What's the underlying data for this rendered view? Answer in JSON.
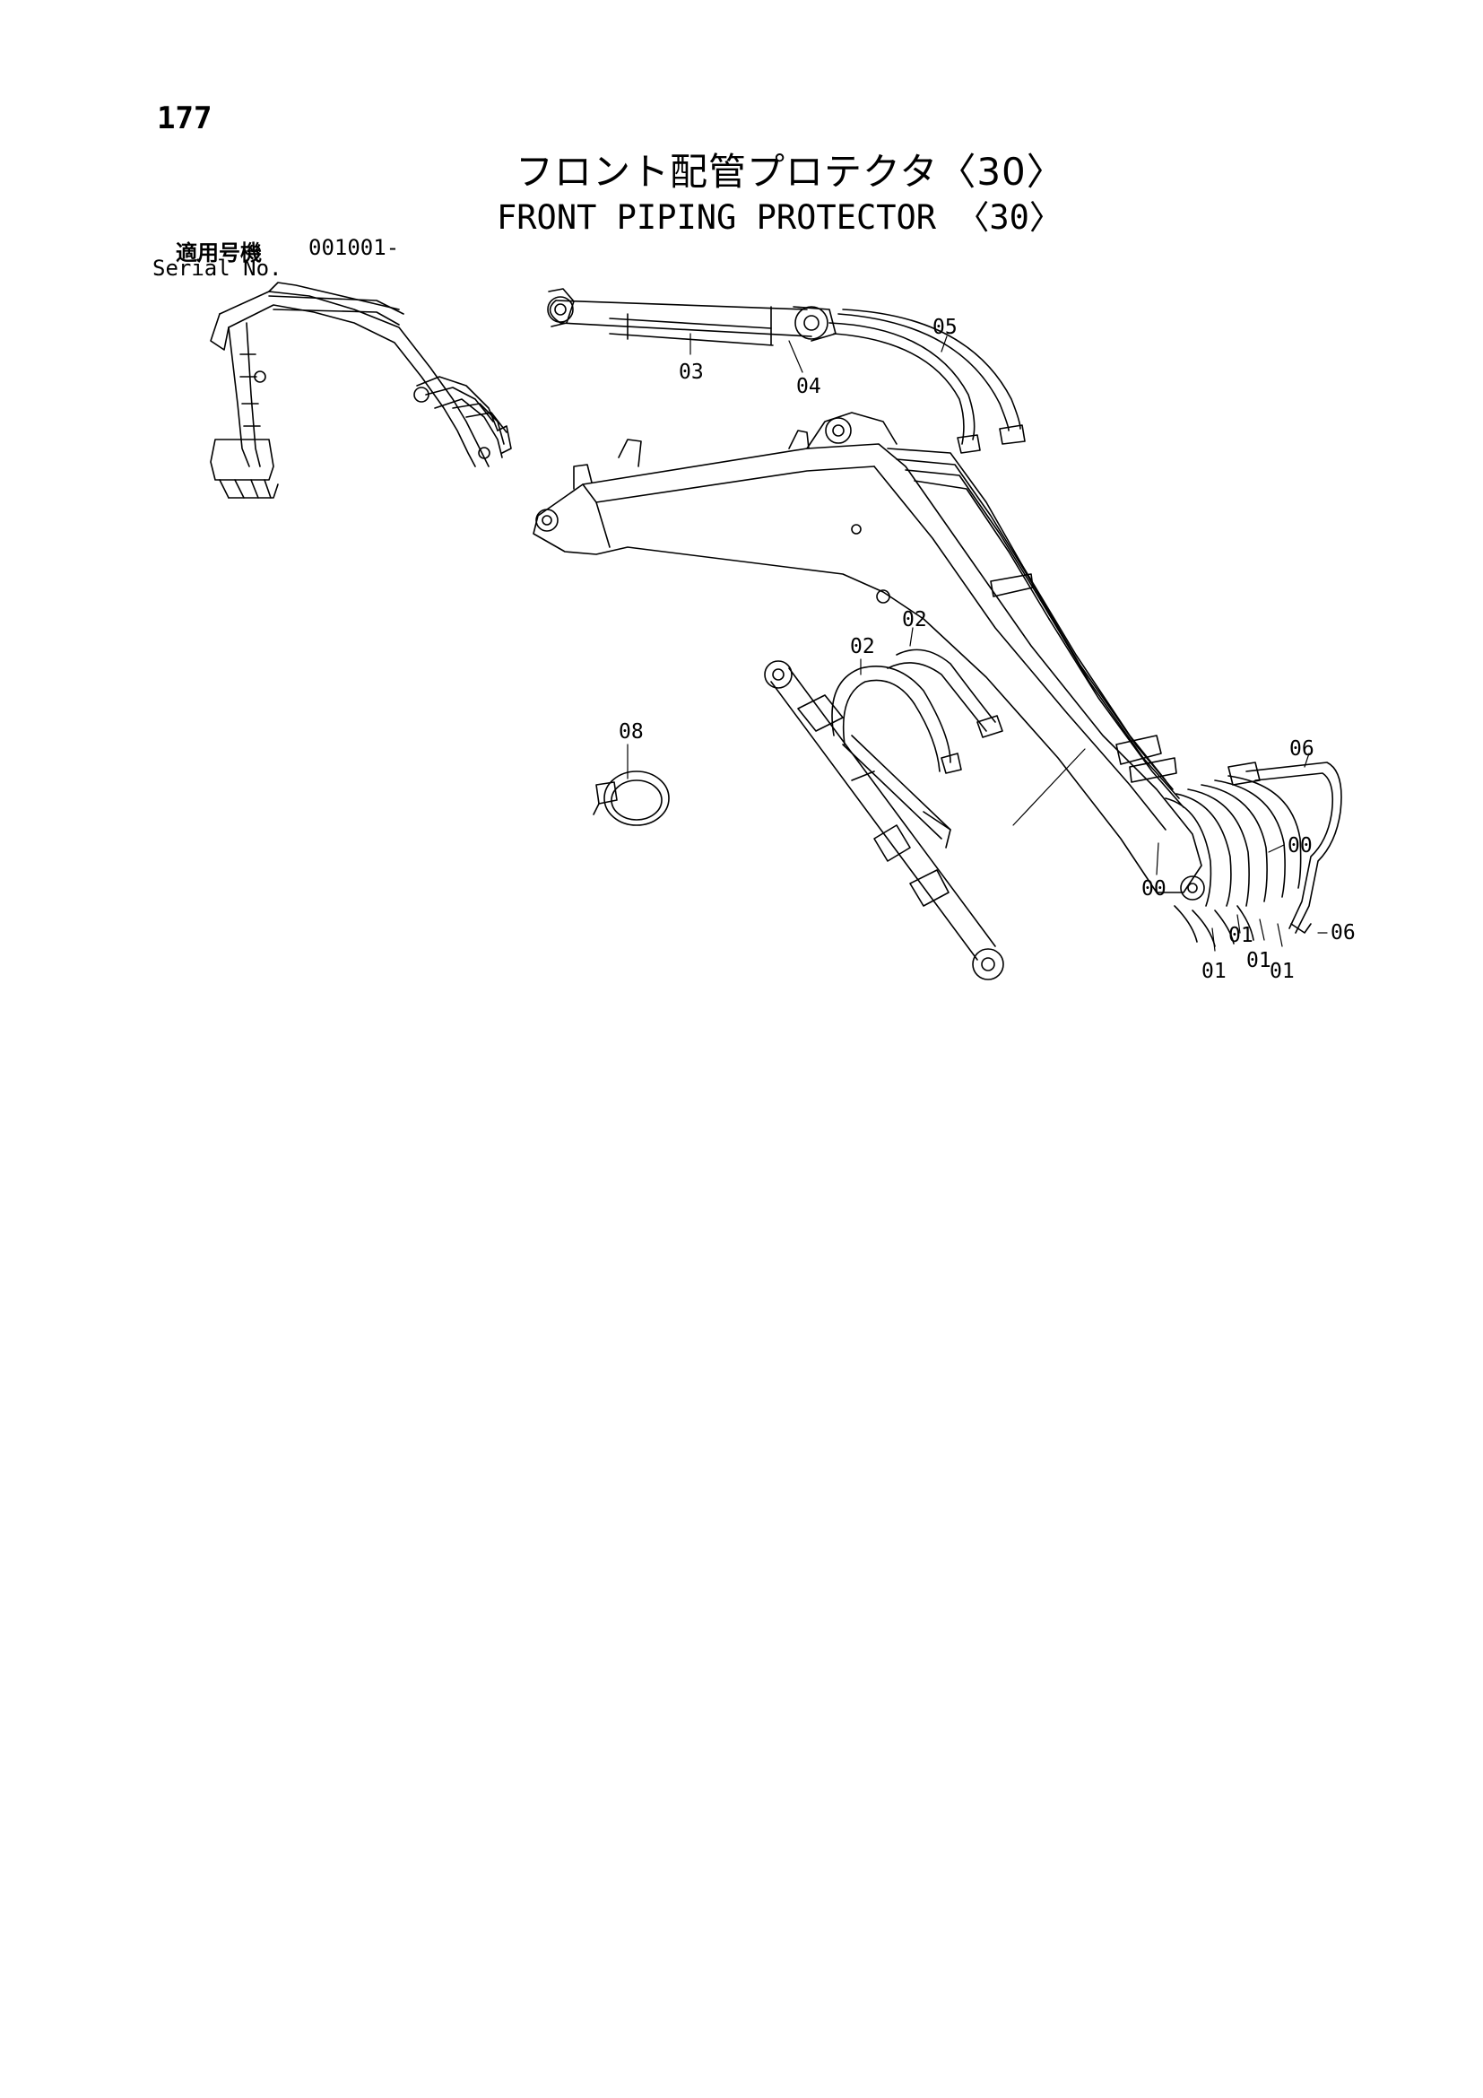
{
  "header": {
    "page_number": "177",
    "title_ja": "フロント配管プロテクタ〈30〉",
    "title_en": "FRONT PIPING PROTECTOR 〈30〉"
  },
  "serial": {
    "label_ja": "適用号機",
    "value": "001001-",
    "label_en": "Serial No."
  },
  "callouts": {
    "c03": "03",
    "c04": "04",
    "c05": "05",
    "c02a": "02",
    "c02b": "02",
    "c08": "08",
    "c06a": "06",
    "c06b": "06",
    "c00a": "00",
    "c00b": "00",
    "c01a": "01",
    "c01b": "01",
    "c01c": "01",
    "c01d": "01"
  }
}
